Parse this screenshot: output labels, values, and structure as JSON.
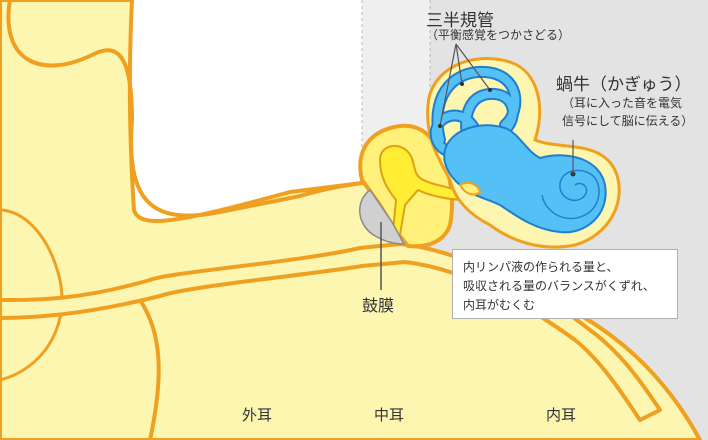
{
  "regions": {
    "outer_ear": "外耳",
    "middle_ear": "中耳",
    "inner_ear": "内耳"
  },
  "labels": {
    "eardrum": "鼓膜",
    "semicircular_title": "三半規管",
    "semicircular_sub": "（平衡感覚をつかさどる）",
    "cochlea_title": "蝸牛（かぎゅう）",
    "cochlea_sub_1": "（耳に入った音を電気",
    "cochlea_sub_2": "信号にして脳に伝える）"
  },
  "callout": {
    "line1": "内リンパ液の作られる量と、",
    "line2": "吸収される量のバランスがくずれ、",
    "line3": "内耳がむくむ"
  },
  "colors": {
    "tissue": "#fdf6b0",
    "outline": "#f0a020",
    "inner_fill": "#fff17a",
    "labyrinth": "#55c0f5",
    "labyrinth_edge": "#1e7fd0",
    "ossicle": "#ffee33",
    "middle_bg": "#efefef",
    "inner_bg": "#e3e3e3"
  }
}
